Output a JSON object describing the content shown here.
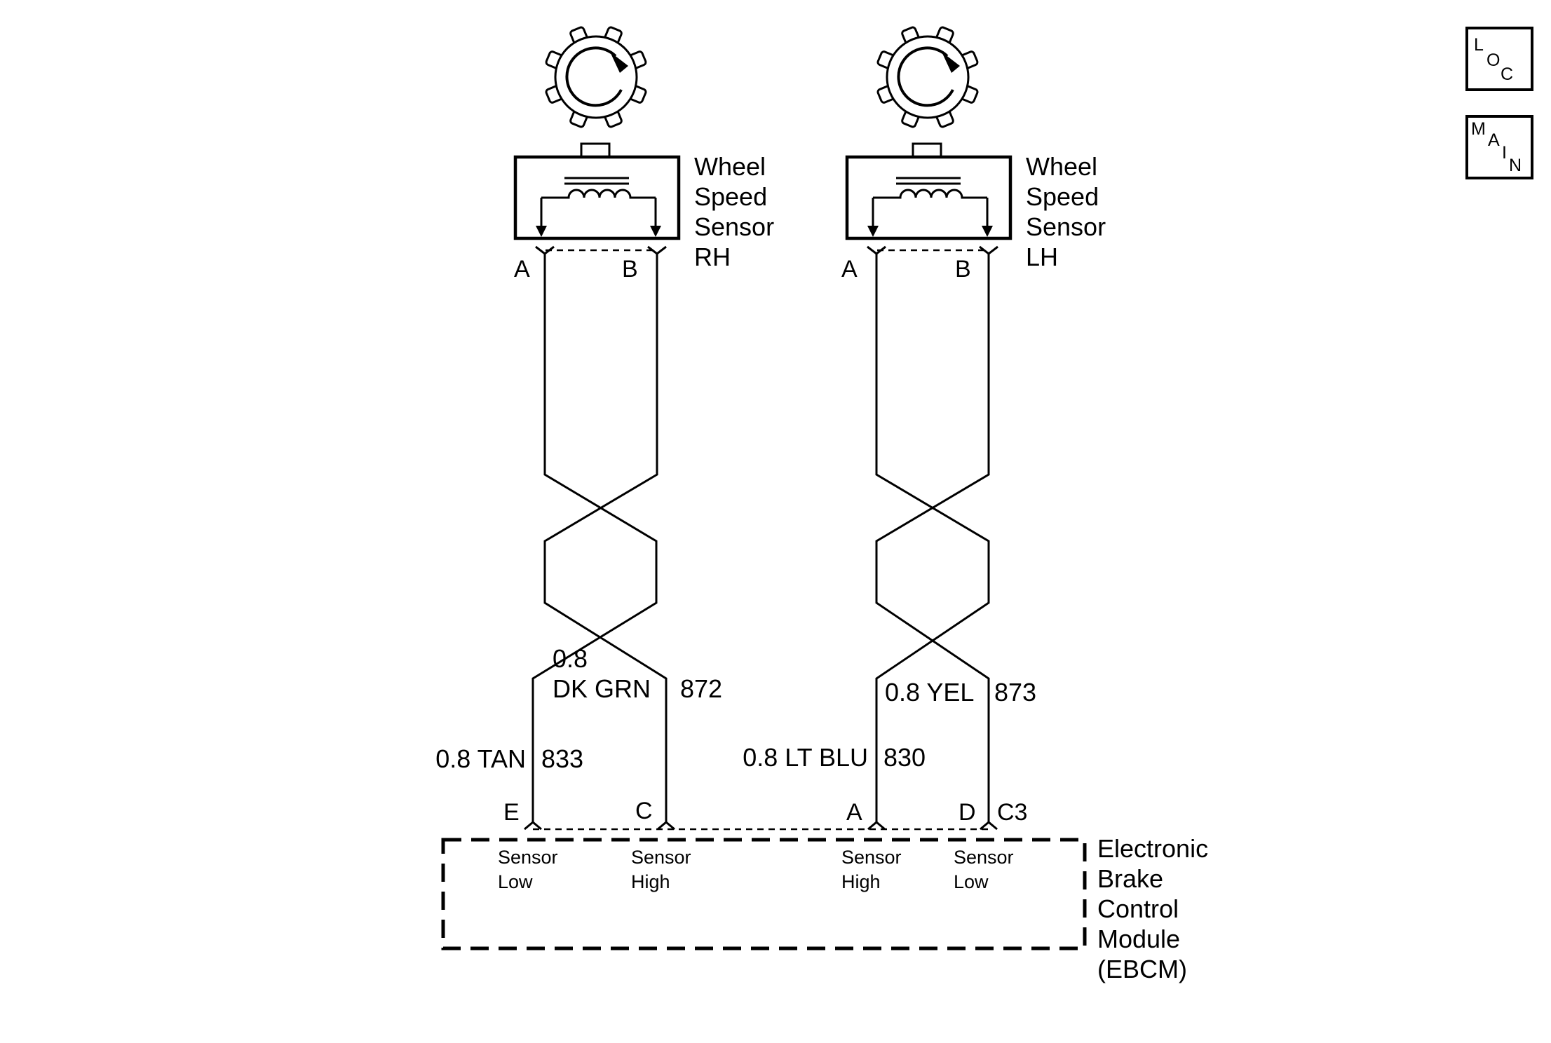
{
  "sensors": {
    "rh": {
      "label_lines": [
        "Wheel",
        "Speed",
        "Sensor",
        "RH"
      ],
      "pin_a": "A",
      "pin_b": "B"
    },
    "lh": {
      "label_lines": [
        "Wheel",
        "Speed",
        "Sensor",
        "LH"
      ],
      "pin_a": "A",
      "pin_b": "B"
    }
  },
  "wires": {
    "rh_high": {
      "size_line1": "0.8",
      "size_line2": "DK GRN",
      "circuit": "872"
    },
    "rh_low": {
      "color": "0.8 TAN",
      "circuit": "833"
    },
    "lh_high": {
      "color": "0.8 YEL",
      "circuit": "873"
    },
    "lh_low": {
      "color": "0.8 LT BLU",
      "circuit": "830"
    }
  },
  "ebcm": {
    "label_lines": [
      "Electronic",
      "Brake",
      "Control",
      "Module",
      "(EBCM)"
    ],
    "connector": "C3",
    "pins": [
      {
        "id": "E",
        "line1": "Sensor",
        "line2": "Low"
      },
      {
        "id": "C",
        "line1": "Sensor",
        "line2": "High"
      },
      {
        "id": "A",
        "line1": "Sensor",
        "line2": "High"
      },
      {
        "id": "D",
        "line1": "Sensor",
        "line2": "Low"
      }
    ]
  },
  "nav": {
    "loc": [
      "L",
      "O",
      "C"
    ],
    "main": [
      "M",
      "A",
      "I",
      "N"
    ]
  }
}
